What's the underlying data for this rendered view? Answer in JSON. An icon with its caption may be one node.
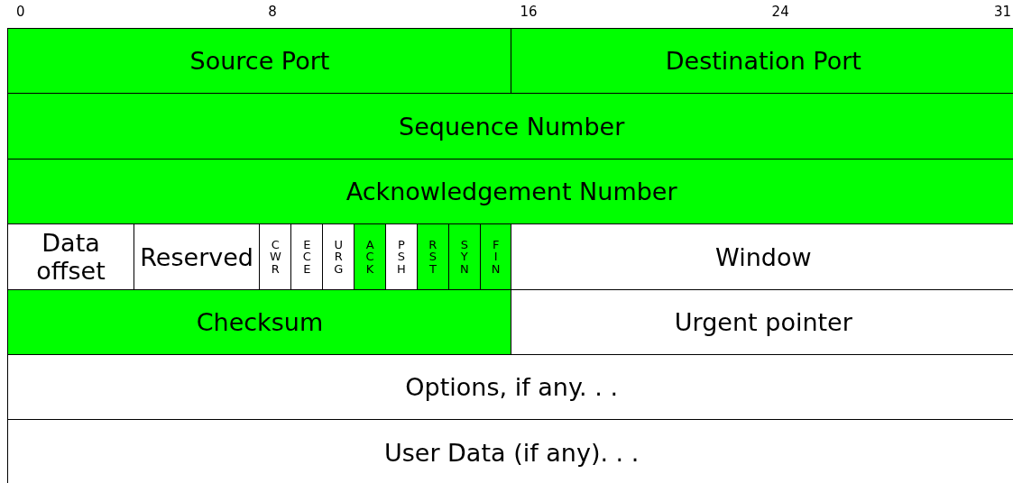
{
  "diagram": {
    "nodes": [
      {
        "text": [
          "Source Port"
        ]
      },
      {
        "text": [
          "Destination Port"
        ]
      },
      {
        "text": [
          "Sequence Number"
        ]
      },
      {
        "text": [
          "Acknowledgement Number"
        ]
      },
      {
        "text": [
          "Data offset"
        ]
      },
      {
        "text": [
          "Reserved"
        ]
      },
      {
        "text": [
          "CWR"
        ]
      },
      {
        "text": [
          "ECE"
        ]
      },
      {
        "text": [
          "URG"
        ]
      },
      {
        "text": [
          "ACK"
        ]
      },
      {
        "text": [
          "PSH"
        ]
      },
      {
        "text": [
          "RST"
        ]
      },
      {
        "text": [
          "SYN"
        ]
      },
      {
        "text": [
          "FIN"
        ]
      },
      {
        "text": [
          "Window"
        ]
      },
      {
        "text": [
          "Checksum"
        ]
      },
      {
        "text": [
          "Urgent pointer"
        ]
      },
      {
        "text": [
          "Options, if any. . ."
        ]
      },
      {
        "text": [
          "User Data (if any). . ."
        ]
      }
    ],
    "labels": [
      "0",
      "8",
      "16",
      "24",
      "31"
    ]
  }
}
